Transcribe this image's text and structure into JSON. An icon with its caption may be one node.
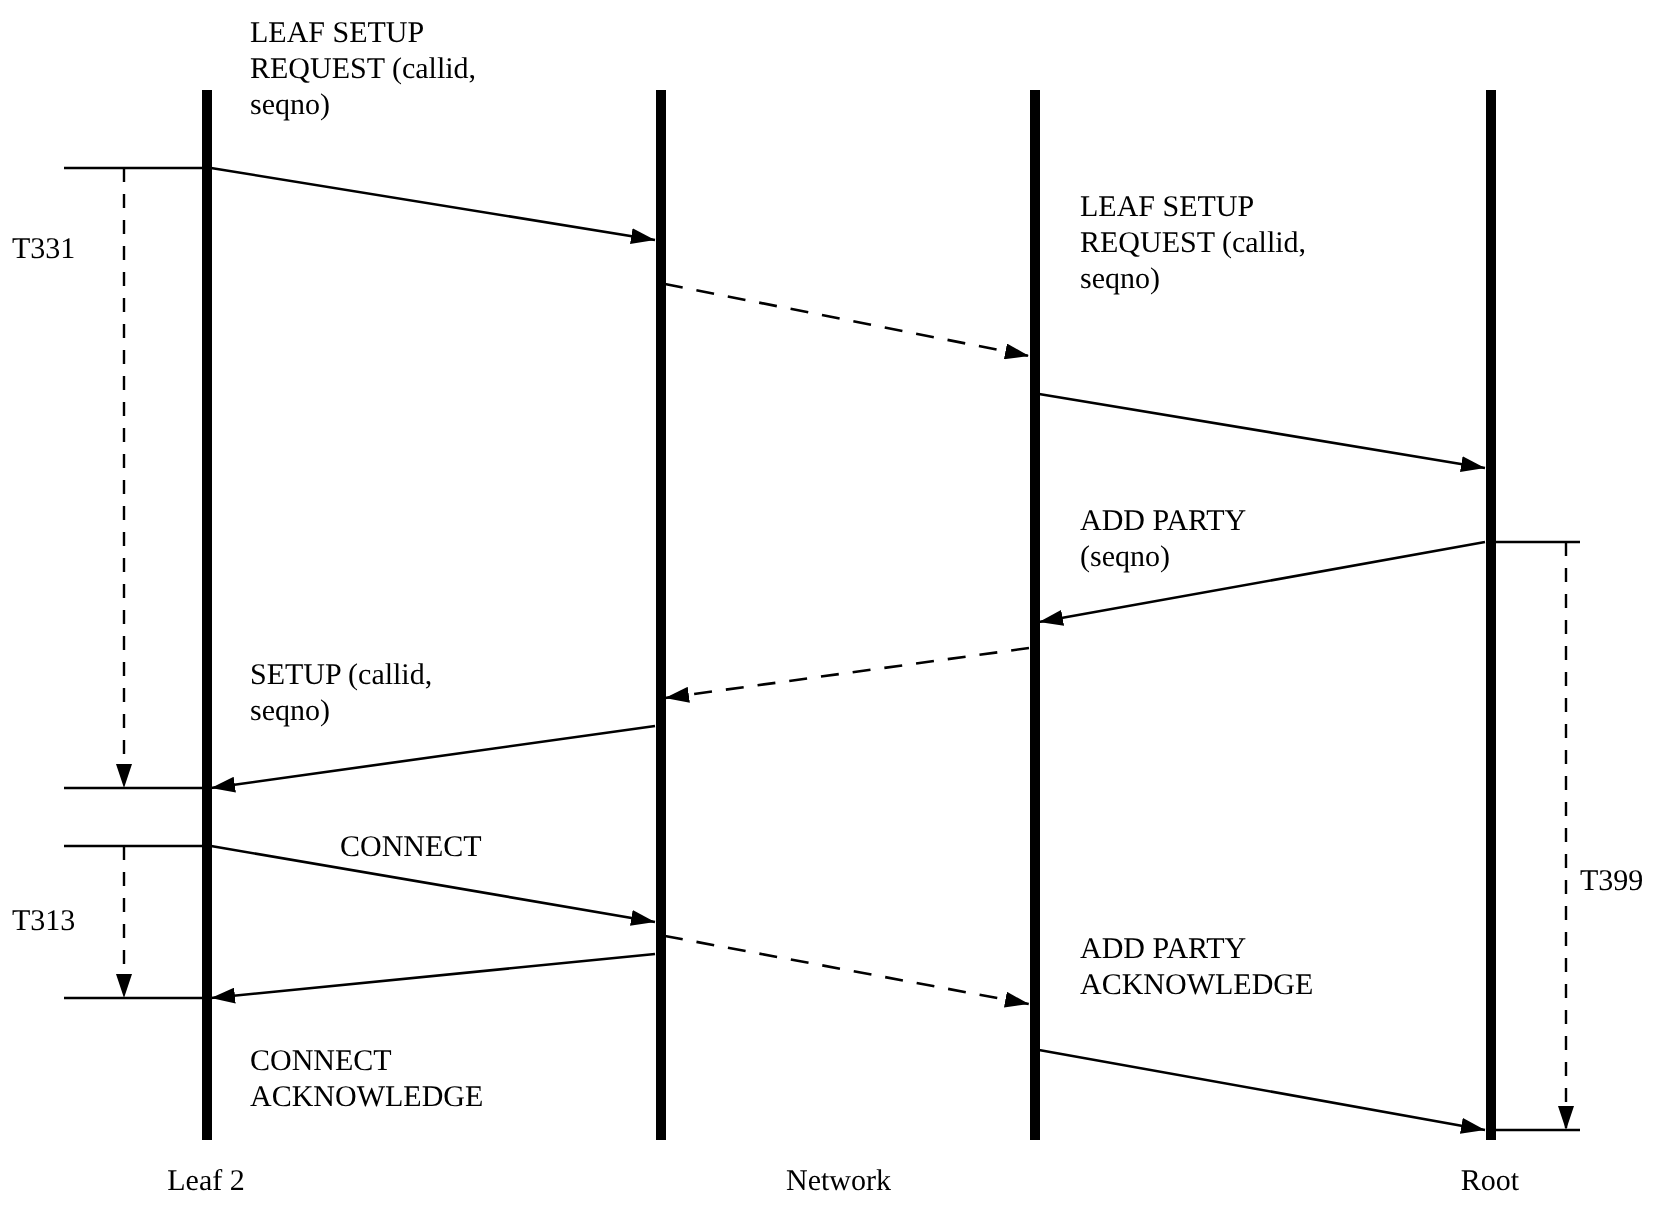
{
  "diagram": {
    "nodes": [
      {
        "text": [
          "Leaf 2"
        ]
      },
      {
        "text": [],
        "shape": "bar"
      },
      {
        "text": [],
        "shape": "bar"
      },
      {
        "text": [
          "Root"
        ]
      }
    ],
    "edges": [
      {
        "from": 0,
        "to": 1,
        "arrow": "to",
        "label": "LEAF SETUP REQUEST (callid, seqno)"
      },
      {
        "from": 1,
        "to": 2,
        "arrow": "to",
        "style": "dashed"
      },
      {
        "from": 2,
        "to": 3,
        "arrow": "to",
        "label": "LEAF SETUP REQUEST (callid, seqno)"
      },
      {
        "from": 3,
        "to": 2,
        "arrow": "to",
        "label": "ADD PARTY (seqno)"
      },
      {
        "from": 2,
        "to": 1,
        "arrow": "to",
        "style": "dashed"
      },
      {
        "from": 1,
        "to": 0,
        "arrow": "to",
        "label": "SETUP (callid, seqno)"
      },
      {
        "from": 0,
        "to": 1,
        "arrow": "to",
        "label": "CONNECT"
      },
      {
        "from": 1,
        "to": 0,
        "arrow": "to",
        "label": "CONNECT ACKNOWLEDGE"
      },
      {
        "from": 1,
        "to": 2,
        "arrow": "to",
        "style": "dashed"
      },
      {
        "from": 2,
        "to": 3,
        "arrow": "to",
        "label": "ADD PARTY ACKNOWLEDGE"
      }
    ],
    "labels": [
      "T331",
      "T399",
      "T313",
      "Network"
    ]
  }
}
